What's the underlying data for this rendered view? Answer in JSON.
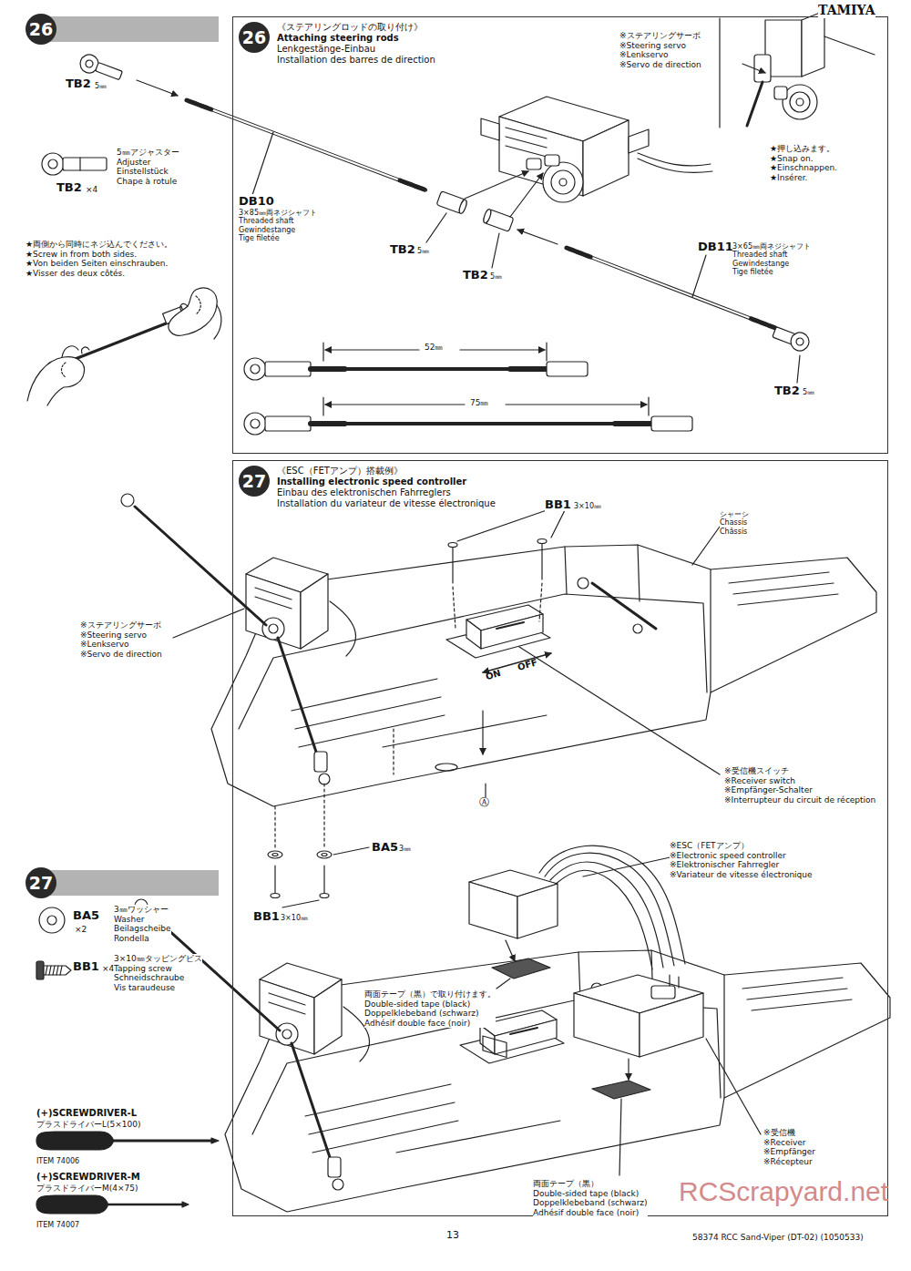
{
  "diagram": {
    "nodes": [
      {
        "text": [
          "26"
        ]
      },
      {
        "text": [
          "26",
          "《ステアリングロッドの取り付け》",
          "Attaching steering rods",
          "Lenkgestänge-Einbau",
          "Installation des barres de direction"
        ]
      },
      {
        "text": [
          "27"
        ]
      },
      {
        "text": [
          "27",
          "《ESC（FETアンプ）搭載例》",
          "Installing electronic speed controller",
          "Einbau des elektronischen Fahrreglers",
          "Installation du variateur de vitesse électronique"
        ]
      }
    ],
    "labels": [
      "TAMIYA",
      "TB2",
      "5㎜",
      "5㎜アジャスター",
      "Adjuster",
      "Einstellstück",
      "Chape à rotule",
      "TB2",
      "×4",
      "★両側から同時にネジ込んでください。",
      "★Screw in from both sides.",
      "★Von beiden Seiten einschrauben.",
      "★Visser des deux côtés.",
      "※ステアリングサーボ",
      "※Steering servo",
      "※Lenkservo",
      "※Servo de direction",
      "★押し込みます。",
      "★Snap on.",
      "★Einschnappen.",
      "★Insérer.",
      "DB10",
      "3×85㎜両ネジシャフト",
      "Threaded shaft",
      "Gewindestange",
      "Tige filetée",
      "TB2",
      "5㎜",
      "TB2",
      "5㎜",
      "DB11",
      "3×65㎜両ネジシャフト",
      "Threaded shaft",
      "Gewindestange",
      "Tige filetée",
      "TB2",
      "5㎜",
      "52㎜",
      "75㎜",
      "BB1",
      "3×10㎜",
      "シャーシ",
      "Chassis",
      "Châssis",
      "※ステアリングサーボ",
      "※Steering servo",
      "※Lenkservo",
      "※Servo de direction",
      "ON",
      "OFF",
      "※受信機スイッチ",
      "※Receiver switch",
      "※Empfänger-Schalter",
      "※Interrupteur du circuit de réception",
      "Ⓐ",
      "BA5",
      "3㎜",
      "BB1",
      "3×10㎜",
      "※ESC（FETアンプ）",
      "※Electronic speed controller",
      "※Elektronischer Fahrregler",
      "※Variateur de vitesse électronique",
      "両面テープ（黒）で取り付けます。",
      "Double-sided tape (black)",
      "Doppelklebeband (schwarz)",
      "Adhésif double face (noir)",
      "※受信機",
      "※Receiver",
      "※Empfänger",
      "※Récepteur",
      "両面テープ（黒）",
      "Double-sided tape (black)",
      "Doppelklebeband (schwarz)",
      "Adhésif double face (noir)",
      "BA5",
      "×2",
      "3㎜ワッシャー",
      "Washer",
      "Beilagscheibe",
      "Rondella",
      "BB1",
      "×4",
      "3×10㎜タッピングビス",
      "Tapping screw",
      "Schneidschraube",
      "Vis taraudeuse",
      "(+)SCREWDRIVER-L",
      "プラスドライバーL(5×100)",
      "ITEM 74006",
      "(+)SCREWDRIVER-M",
      "プラスドライバーM(4×75)",
      "ITEM 74007",
      "13",
      "58374 RCC Sand-Viper (DT-02) (1050533)",
      "RCScrapyard.net"
    ]
  }
}
